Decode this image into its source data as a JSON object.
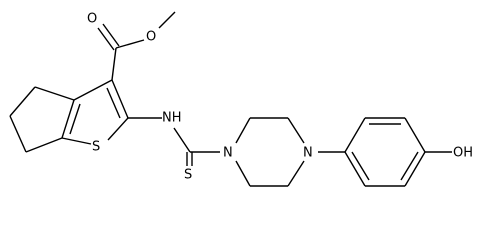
{
  "labels": {
    "ester_carbonyl_oxygen": "O",
    "ester_oxygen": "O",
    "thiophene_sulfur": "S",
    "amine": "NH",
    "thioamide_sulfur": "S",
    "piperazine_n1": "N",
    "piperazine_n4": "N",
    "phenol": "OH"
  }
}
